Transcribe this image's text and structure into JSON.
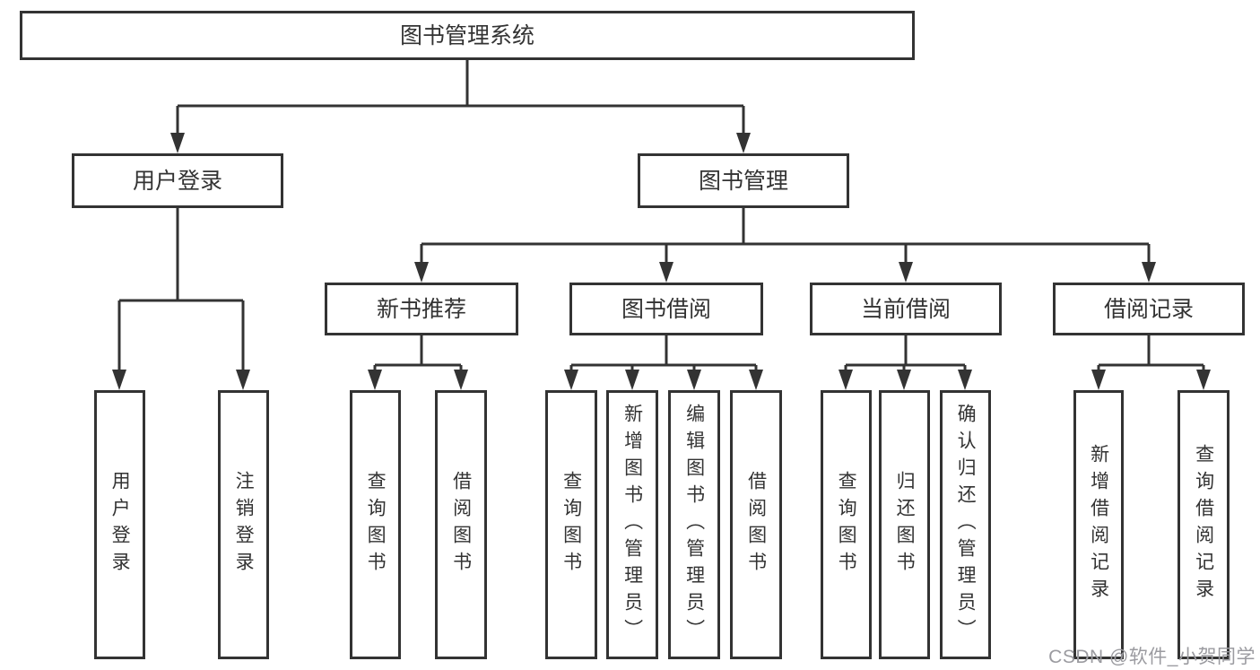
{
  "colors": {
    "background": "#ffffff",
    "box_fill": "#ffffff",
    "box_border": "#333333",
    "line": "#333333",
    "text": "#333333",
    "watermark": "#9b9ba0"
  },
  "tree": {
    "root": "图书管理系统",
    "children": [
      {
        "label": "用户登录",
        "children": [
          {
            "label": "用户登录"
          },
          {
            "label": "注销登录"
          }
        ]
      },
      {
        "label": "图书管理",
        "children": [
          {
            "label": "新书推荐",
            "children": [
              {
                "label": "查询图书"
              },
              {
                "label": "借阅图书"
              }
            ]
          },
          {
            "label": "图书借阅",
            "children": [
              {
                "label": "查询图书"
              },
              {
                "label": "新增图书（管理员）"
              },
              {
                "label": "编辑图书（管理员）"
              },
              {
                "label": "借阅图书"
              }
            ]
          },
          {
            "label": "当前借阅",
            "children": [
              {
                "label": "查询图书"
              },
              {
                "label": "归还图书"
              },
              {
                "label": "确认归还（管理员）"
              }
            ]
          },
          {
            "label": "借阅记录",
            "children": [
              {
                "label": "新增借阅记录"
              },
              {
                "label": "查询借阅记录"
              }
            ]
          }
        ]
      }
    ]
  },
  "watermark": {
    "text": "CSDN @软件_小贺同学"
  }
}
